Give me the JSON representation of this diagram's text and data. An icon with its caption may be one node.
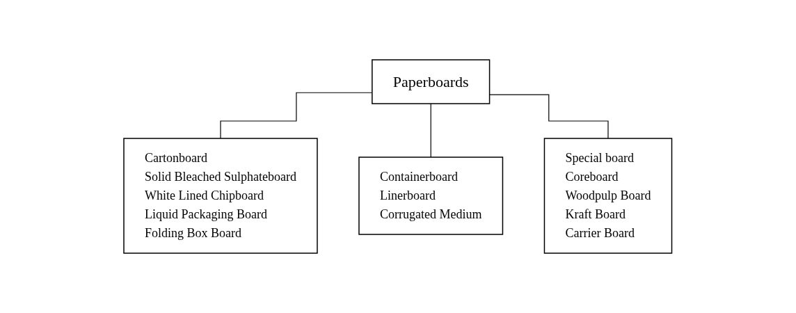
{
  "diagram": {
    "nodes": [
      {
        "text": [
          "Paperboards"
        ]
      },
      {
        "text": [
          "Cartonboard",
          "Solid Bleached Sulphateboard",
          "White Lined Chipboard",
          "Liquid Packaging Board",
          "Folding Box Board"
        ]
      },
      {
        "text": [
          "Containerboard",
          "Linerboard",
          "Corrugated Medium"
        ]
      },
      {
        "text": [
          "Special board",
          "Coreboard",
          "Woodpulp Board",
          "Kraft Board",
          "Carrier Board"
        ]
      }
    ],
    "edges": [
      {
        "from": 0,
        "to": 1,
        "arrow": "none"
      },
      {
        "from": 0,
        "to": 2,
        "arrow": "none"
      },
      {
        "from": 0,
        "to": 3,
        "arrow": "none"
      }
    ]
  }
}
